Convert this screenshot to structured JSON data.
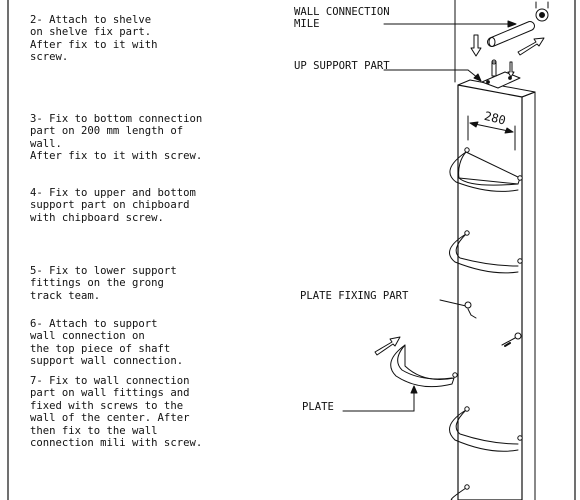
{
  "instructions": [
    {
      "lines": [
        "2- Attach to shelve",
        "on shelve fix part.",
        "After fix to it with",
        "screw."
      ]
    },
    {
      "lines": [
        "3- Fix to bottom connection",
        "part on 200 mm length of",
        "wall.",
        "After fix to it with screw."
      ]
    },
    {
      "lines": [
        "4- Fix to upper and bottom",
        "support part on chipboard",
        "with chipboard screw."
      ]
    },
    {
      "lines": [
        "5- Fix to lower support",
        "fittings on the grong",
        "track team."
      ]
    },
    {
      "lines": [
        "6- Attach to support",
        "wall connection on",
        "the top piece of shaft",
        "support wall connection."
      ]
    },
    {
      "lines": [
        "7- Fix to wall connection",
        "part on wall fittings and",
        "fixed with screws to the",
        "wall of the center. After",
        "then fix to the wall",
        "connection mili with screw."
      ]
    }
  ],
  "callouts": {
    "wall_connection_mile": "WALL CONNECTION\nMILE",
    "up_support_part": "UP SUPPORT PART",
    "plate_fixing_part": "PLATE FIXING PART",
    "plate": "PLATE"
  },
  "dimension": "280"
}
